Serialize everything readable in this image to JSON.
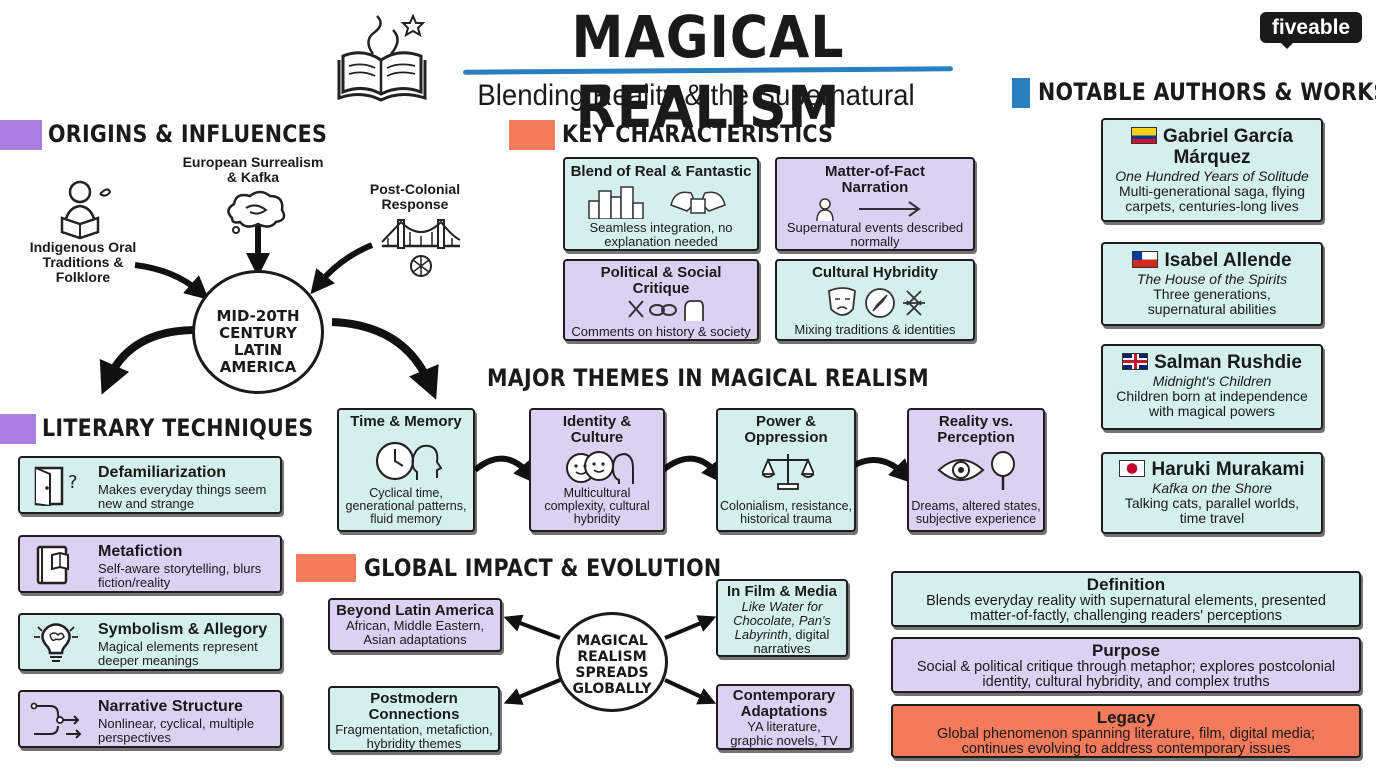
{
  "header": {
    "title": "MAGICAL REALISM",
    "subtitle": "Blending Reality & the Supernatural",
    "brand": "fiveable"
  },
  "origins": {
    "title": "ORIGINS & INFLUENCES",
    "center": "MID-20TH CENTURY LATIN AMERICA",
    "influences": [
      {
        "label": "Indigenous Oral Traditions & Folklore",
        "icon": "reader-icon"
      },
      {
        "label": "European Surrealism & Kafka",
        "icon": "cloud-thought-icon"
      },
      {
        "label": "Post-Colonial Response",
        "icon": "bridge-icon"
      }
    ],
    "colors": {
      "marker": "#b18ce6"
    }
  },
  "characteristics": {
    "title": "KEY CHARACTERISTICS",
    "items": [
      {
        "title": "Blend of Real & Fantastic",
        "desc": "Seamless integration, no explanation needed",
        "icon": "city-wing-icon"
      },
      {
        "title": "Matter-of-Fact Narration",
        "desc": "Supernatural events described normally",
        "icon": "speaker-arrow-icon"
      },
      {
        "title": "Political & Social Critique",
        "desc": "Comments on history & society",
        "icon": "fist-chain-icon"
      },
      {
        "title": "Cultural Hybridity",
        "desc": "Mixing traditions & identities",
        "icon": "mask-compass-icon"
      }
    ]
  },
  "themes": {
    "title": "MAJOR THEMES IN MAGICAL REALISM",
    "items": [
      {
        "title": "Time & Memory",
        "desc": "Cyclical time, generational patterns, fluid memory",
        "icon": "clock-head-icon"
      },
      {
        "title": "Identity & Culture",
        "desc": "Multicultural complexity, cultural hybridity",
        "icon": "faces-icon"
      },
      {
        "title": "Power & Oppression",
        "desc": "Colonialism, resistance, historical trauma",
        "icon": "scales-icon"
      },
      {
        "title": "Reality vs. Perception",
        "desc": "Dreams, altered states, subjective experience",
        "icon": "eye-mirror-icon"
      }
    ]
  },
  "techniques": {
    "title": "LITERARY TECHNIQUES",
    "items": [
      {
        "title": "Defamiliarization",
        "desc": "Makes everyday things seem new and strange",
        "icon": "door-question-icon"
      },
      {
        "title": "Metafiction",
        "desc": "Self-aware storytelling, blurs fiction/reality",
        "icon": "book-icon"
      },
      {
        "title": "Symbolism & Allegory",
        "desc": "Magical elements represent deeper meanings",
        "icon": "lightbulb-brain-icon"
      },
      {
        "title": "Narrative Structure",
        "desc": "Nonlinear, cyclical, multiple perspectives",
        "icon": "flow-arrows-icon"
      }
    ]
  },
  "global": {
    "title": "GLOBAL IMPACT & EVOLUTION",
    "center": "MAGICAL REALISM SPREADS GLOBALLY",
    "beyond": {
      "title": "Beyond Latin America",
      "desc": "African, Middle Eastern, Asian adaptations"
    },
    "postmodern": {
      "title": "Postmodern Connections",
      "desc": "Fragmentation, metafiction, hybridity themes"
    },
    "film": {
      "title": "In Film & Media",
      "works": "Like Water for Chocolate, Pan's Labyrinth",
      "desc": ", digital narratives"
    },
    "contemporary": {
      "title": "Contemporary Adaptations",
      "desc": "YA literature, graphic novels, TV series"
    }
  },
  "authors": {
    "title": "NOTABLE AUTHORS & WORKS",
    "items": [
      {
        "name": "Gabriel García Márquez",
        "work": "One Hundred Years of Solitude",
        "desc": "Multi-generational saga, flying carpets, centuries-long lives",
        "flag": "colombia-flag-icon"
      },
      {
        "name": "Isabel Allende",
        "work": "The House of the Spirits",
        "desc": "Three generations, supernatural abilities",
        "flag": "chile-flag-icon"
      },
      {
        "name": "Salman Rushdie",
        "work": "Midnight's Children",
        "desc": "Children born at independence with magical powers",
        "flag": "uk-flag-icon"
      },
      {
        "name": "Haruki Murakami",
        "work": "Kafka on the Shore",
        "desc": "Talking cats, parallel worlds, time travel",
        "flag": "japan-flag-icon"
      }
    ]
  },
  "summary": {
    "definition": {
      "title": "Definition",
      "desc": "Blends everyday reality with supernatural elements, presented matter-of-factly, challenging readers' perceptions"
    },
    "purpose": {
      "title": "Purpose",
      "desc": "Social & political critique through metaphor; explores postcolonial identity, cultural hybridity, and complex truths"
    },
    "legacy": {
      "title": "Legacy",
      "desc": "Global phenomenon spanning literature, film, digital media; continues evolving to address contemporary issues"
    }
  },
  "colors": {
    "teal": "#d4efee",
    "lavender": "#dcd0f3",
    "coral": "#f47a5c",
    "purple_marker": "#a97ee0",
    "blue_marker": "#2a7fc1",
    "brand_bg": "#1a1a1a"
  }
}
